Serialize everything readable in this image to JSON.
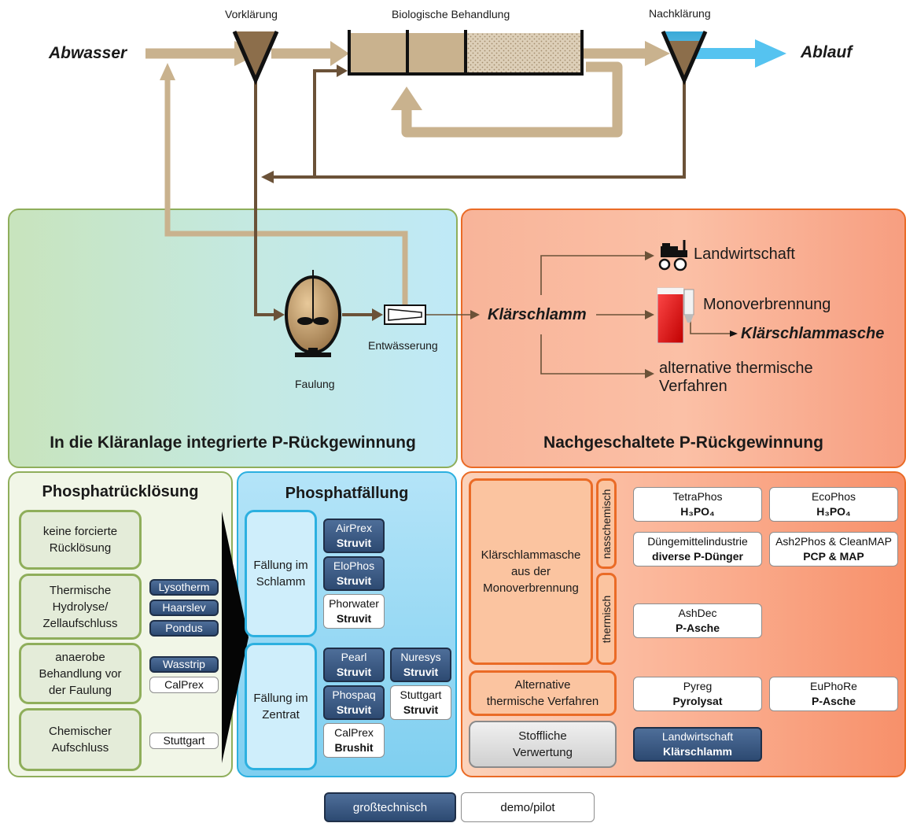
{
  "top": {
    "abwasser": "Abwasser",
    "ablauf": "Ablauf",
    "vorklaerung": "Vorklärung",
    "biologische_behandlung": "Biologische Behandlung",
    "nachklaerung": "Nachklärung",
    "faulung": "Faulung",
    "entwaesserung": "Entwässerung",
    "klaerschlamm": "Klärschlamm",
    "landwirtschaft": "Landwirtschaft",
    "monoverbrennung": "Monoverbrennung",
    "klaerschlammasche": "Klärschlammasche",
    "alt_thermisch_1": "alternative thermische",
    "alt_thermisch_2": "Verfahren"
  },
  "sections": {
    "integrated_title": "In die Kläranlage integrierte P-Rückgewinnung",
    "downstream_title": "Nachgeschaltete P-Rückgewinnung"
  },
  "rueckloesung": {
    "title": "Phosphatrücklösung",
    "boxes": [
      {
        "line1": "keine forcierte",
        "line2": "Rücklösung",
        "line3": ""
      },
      {
        "line1": "Thermische",
        "line2": "Hydrolyse/",
        "line3": "Zellaufschluss"
      },
      {
        "line1": "anaerobe",
        "line2": "Behandlung vor",
        "line3": "der Faulung"
      },
      {
        "line1": "Chemischer",
        "line2": "Aufschluss",
        "line3": ""
      }
    ],
    "tags": [
      "Lysotherm",
      "Haarslev",
      "Pondus",
      "Wasstrip",
      "CalPrex",
      "Stuttgart"
    ]
  },
  "faellung": {
    "title": "Phosphatfällung",
    "schlamm_1": "Fällung im",
    "schlamm_2": "Schlamm",
    "zentrat_1": "Fällung im",
    "zentrat_2": "Zentrat",
    "tags": [
      {
        "name": "AirPrex",
        "product": "Struvit"
      },
      {
        "name": "EloPhos",
        "product": "Struvit"
      },
      {
        "name": "Phorwater",
        "product": "Struvit"
      },
      {
        "name": "Pearl",
        "product": "Struvit"
      },
      {
        "name": "Nuresys",
        "product": "Struvit"
      },
      {
        "name": "Phospaq",
        "product": "Struvit"
      },
      {
        "name": "Stuttgart",
        "product": "Struvit"
      },
      {
        "name": "CalPrex",
        "product": "Brushit"
      }
    ]
  },
  "nachgeschaltet": {
    "asche_1": "Klärschlammasche",
    "asche_2": "aus der",
    "asche_3": "Monoverbrennung",
    "nasschemisch": "nasschemisch",
    "thermisch": "thermisch",
    "alt_1": "Alternative",
    "alt_2": "thermische Verfahren",
    "stoff_1": "Stoffliche",
    "stoff_2": "Verwertung",
    "tags": [
      {
        "name": "TetraPhos",
        "product": "H₃PO₄"
      },
      {
        "name": "EcoPhos",
        "product": "H₃PO₄"
      },
      {
        "name": "Düngemittelindustrie",
        "product": "diverse P-Dünger"
      },
      {
        "name": "Ash2Phos & CleanMAP",
        "product": "PCP & MAP"
      },
      {
        "name": "AshDec",
        "product": "P-Asche"
      },
      {
        "name": "Pyreg",
        "product": "Pyrolysat"
      },
      {
        "name": "EuPhoRe",
        "product": "P-Asche"
      },
      {
        "name": "Landwirtschaft",
        "product": "Klärschlamm"
      }
    ]
  },
  "legend": {
    "large": "großtechnisch",
    "demo": "demo/pilot"
  },
  "colors": {
    "dark_tag": "#3a5a86",
    "green_panel": "#8fae5b",
    "blue_panel": "#2cb0e0",
    "orange_panel": "#ea6b26",
    "flow_light": "#c9b28e",
    "flow_dark": "#6b5238"
  }
}
